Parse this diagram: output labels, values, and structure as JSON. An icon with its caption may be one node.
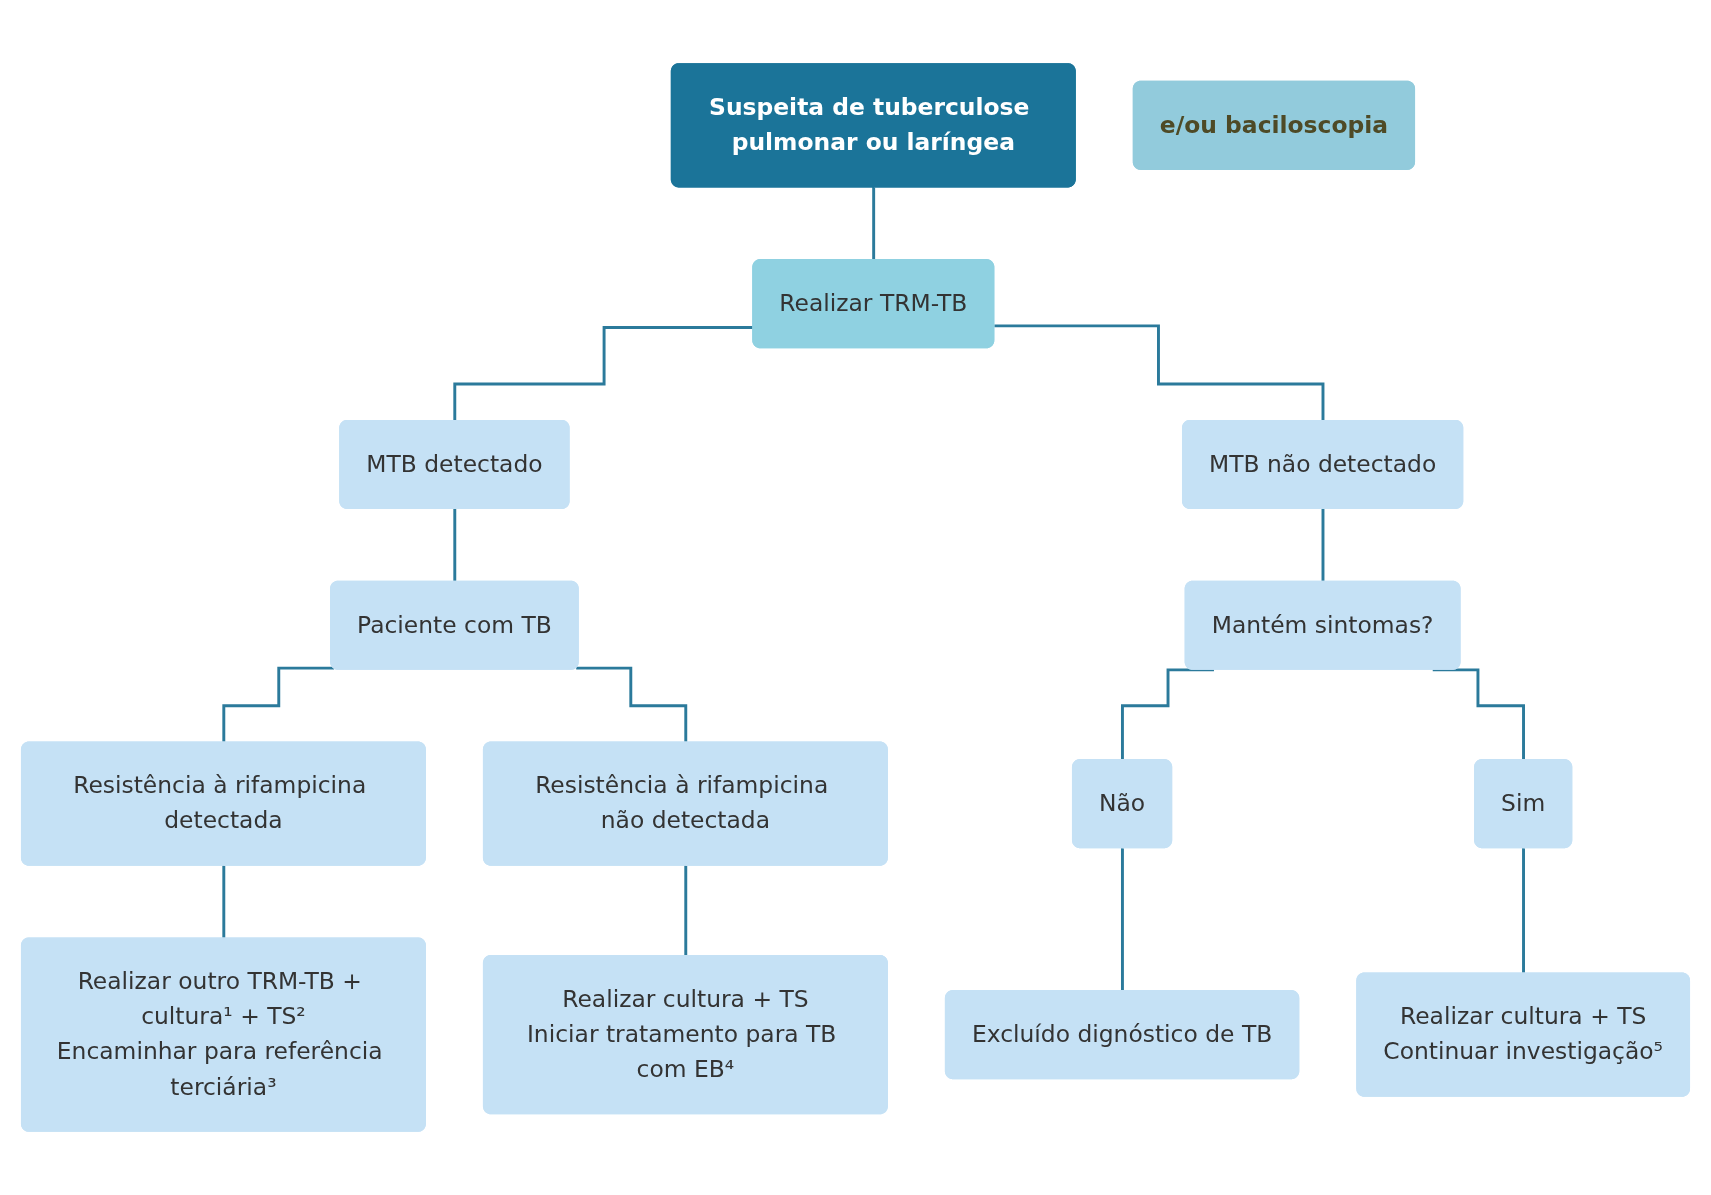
{
  "diagram": {
    "nodes": [
      {
        "text": [
          "Suspeita de tuberculose pulmonar ou laríngea"
        ]
      },
      {
        "text": [
          "Realizar TRM-TB"
        ]
      },
      {
        "text": [
          "e/ou baciloscopia"
        ]
      },
      {
        "text": [
          "MTB detectado"
        ]
      },
      {
        "text": [
          "MTB não detectado"
        ]
      },
      {
        "text": [
          "Paciente com TB"
        ]
      },
      {
        "text": [
          "Mantém sintomas?"
        ]
      },
      {
        "text": [
          "Resistência à rifampicina detectada"
        ]
      },
      {
        "text": [
          "Resistência à rifampicina não detectada"
        ]
      },
      {
        "text": [
          "Não"
        ]
      },
      {
        "text": [
          "Sim"
        ]
      },
      {
        "text": [
          "Realizar outro TRM-TB + cultura¹ + TS²",
          "Encaminhar para referência terciária³"
        ]
      },
      {
        "text": [
          "Realizar cultura + TS",
          "Iniciar tratamento para TB com EB⁴"
        ]
      },
      {
        "text": [
          "Excluído dignóstico de TB"
        ]
      },
      {
        "text": [
          "Realizar cultura + TS",
          "Continuar investigação⁵"
        ]
      }
    ],
    "edges": [
      {
        "from": 0,
        "to": 1,
        "arrow": "none"
      },
      {
        "from": 1,
        "to": 3,
        "arrow": "none"
      },
      {
        "from": 1,
        "to": 4,
        "arrow": "none"
      },
      {
        "from": 3,
        "to": 5,
        "arrow": "none"
      },
      {
        "from": 4,
        "to": 6,
        "arrow": "none"
      },
      {
        "from": 5,
        "to": 7,
        "arrow": "none"
      },
      {
        "from": 5,
        "to": 8,
        "arrow": "none"
      },
      {
        "from": 6,
        "to": 9,
        "arrow": "none"
      },
      {
        "from": 6,
        "to": 10,
        "arrow": "none"
      },
      {
        "from": 7,
        "to": 11,
        "arrow": "none"
      },
      {
        "from": 8,
        "to": 12,
        "arrow": "none"
      },
      {
        "from": 9,
        "to": 13,
        "arrow": "none"
      },
      {
        "from": 10,
        "to": 14,
        "arrow": "none"
      }
    ]
  }
}
